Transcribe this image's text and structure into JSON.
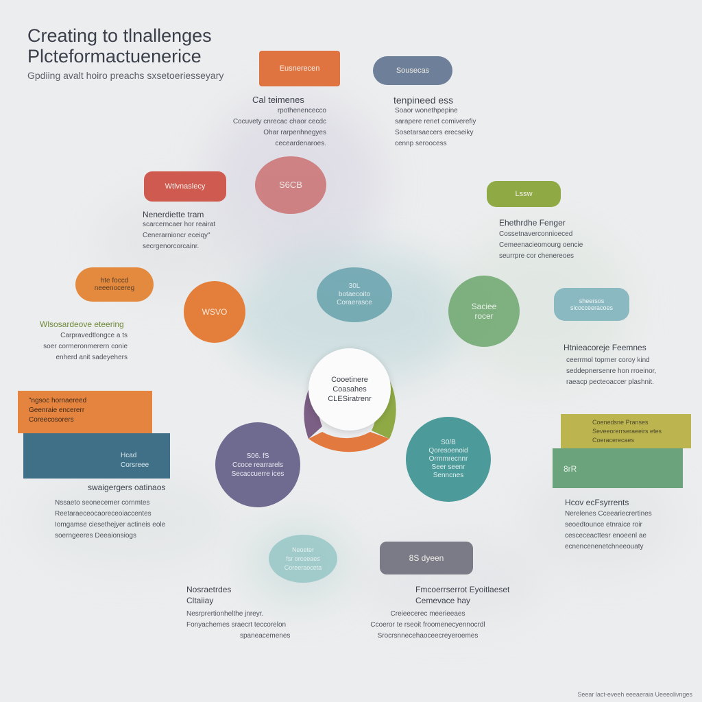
{
  "title": {
    "line1": "Creating to tlnallenges",
    "line2": "Plcteformactuenerice",
    "subtitle": "Gpdiing avalt hoiro preachs sxsetoeriesseyary"
  },
  "colors": {
    "orange": "#e27a3f",
    "slate": "#6b7d96",
    "red": "#cf5a50",
    "green": "#8fab47",
    "teal": "#4c9a9a",
    "purple": "#756a8e",
    "steel": "#3f6f86"
  },
  "top_left": {
    "pill": "Eusnerecen",
    "heading": "Cal teimenes",
    "lines": [
      "rpothenencecco",
      "Cocuvety cnrecac chaor cecdc",
      "Ohar rarpenhnegyes",
      "ceceardenaroes."
    ]
  },
  "top_right": {
    "pill": "Sousecas",
    "heading": "tenpineed ess",
    "lines": [
      "Soaor wonethpepine",
      "sarapere  renet comiverefiy",
      "Sosetarsaecers  erecseiky",
      "cennp  seroocess"
    ]
  },
  "mid_left": {
    "pill": "Wtlvnaslecy",
    "heading": "Nenerdiette tram",
    "lines": [
      "scarcerncaer hor reairat",
      "Cenerarnioncr eceiqy\"",
      "secrgenorcorcainr."
    ]
  },
  "upper_circle": {
    "label": "S6CB"
  },
  "right_upper": {
    "pill": "Lssw",
    "heading": "Ehethrdhe Fenger",
    "lines": [
      "Cossetnaverconnioeced",
      "Cemeenacieomourg oencie",
      "seurrpre cor chenereoes"
    ]
  },
  "left_orange": {
    "pill_lines": [
      "hte foccd",
      "neeenocereg"
    ],
    "circle": "WSVO"
  },
  "left_section": {
    "heading": "Wlsosardeove eteering",
    "lines": [
      "Carpravedtlongce a ts",
      "soer cormeronmerern  conie",
      "enherd anit sadeyehers"
    ]
  },
  "center_top_text": [
    "30L",
    "botaecoito",
    "Coraerasce"
  ],
  "right_green_circle": [
    "Saciee",
    "rocer"
  ],
  "right_teal_pill": [
    "sheersos",
    "sicocceeracoes"
  ],
  "right_mid": {
    "heading": "Htnieacoreje Feemnes",
    "lines": [
      "ceerrmol toprner coroy kind",
      "seddepnersenre  hon rroeinor,",
      "raeacp pecteoaccer plashnit."
    ]
  },
  "center": {
    "lines": [
      "Cooetinere",
      "Coasahes",
      "CLESiratrenr"
    ]
  },
  "left_banner": {
    "top_lines": [
      "\"ngsoc hornaereed",
      "Geenraie encererr",
      "Coreecosorers"
    ],
    "bottom_lines": [
      "Hcad",
      "Corsreee"
    ]
  },
  "left_purple_circle": [
    "S06. fS",
    "Ccoce rearrarels",
    "Secaccuerre ices"
  ],
  "left_bottom": {
    "heading": "swaigergers oatinaos",
    "lines": [
      "Nssaeto  seonecemer cornmtes",
      "Reetaraeceocaoreceoiaccentes",
      "Iomgamse ciesethejyer actineis eole",
      "soerngeeres Deeaionsiogs"
    ]
  },
  "right_banner": {
    "top_lines": [
      "Coenedsne Pranses",
      "Seveeorerrseraeeirs etes",
      "Coeracerecaes"
    ],
    "bottom": "8rR"
  },
  "right_teal_circle": [
    "S0/B",
    "Qoresoenoid",
    "Orrnmrecnnr",
    "Seer seenr",
    "Senncnes"
  ],
  "right_bottom": {
    "heading": "Hcov ecFsyrrents",
    "lines": [
      "Nerelenes  Cceeariecrertines",
      "seoedtounce etnraice roir",
      "cesceceacttesr enoeenl  ae",
      "ecnencenenetchneeouaty"
    ]
  },
  "bottom_center_circle": [
    "Neoeter",
    "fsr  orceeaes",
    "Coreeraoceta"
  ],
  "bottom_pill": "8S dyeen",
  "bottom_left": {
    "heading_lines": [
      "Nosraetrdes",
      "Cltaiiay"
    ],
    "lines": [
      "Nesrprertionhelthe jnreyr.",
      "Fonyachemes sraecrt teccorelon",
      "spaneacemenes"
    ]
  },
  "bottom_right": {
    "heading_lines": [
      "Fmcoerrserrot Eyoitlaeset",
      "Cemevace  hay"
    ],
    "lines": [
      "Creieecerec meerieeaes",
      "Ccoeror te rseoit froomenecyennocrdl",
      "Srocrsnnecehaoceecreyeroemes"
    ]
  },
  "footer": "Seear lact-eveeh  eeeaeraia  Ueeeolivnges"
}
